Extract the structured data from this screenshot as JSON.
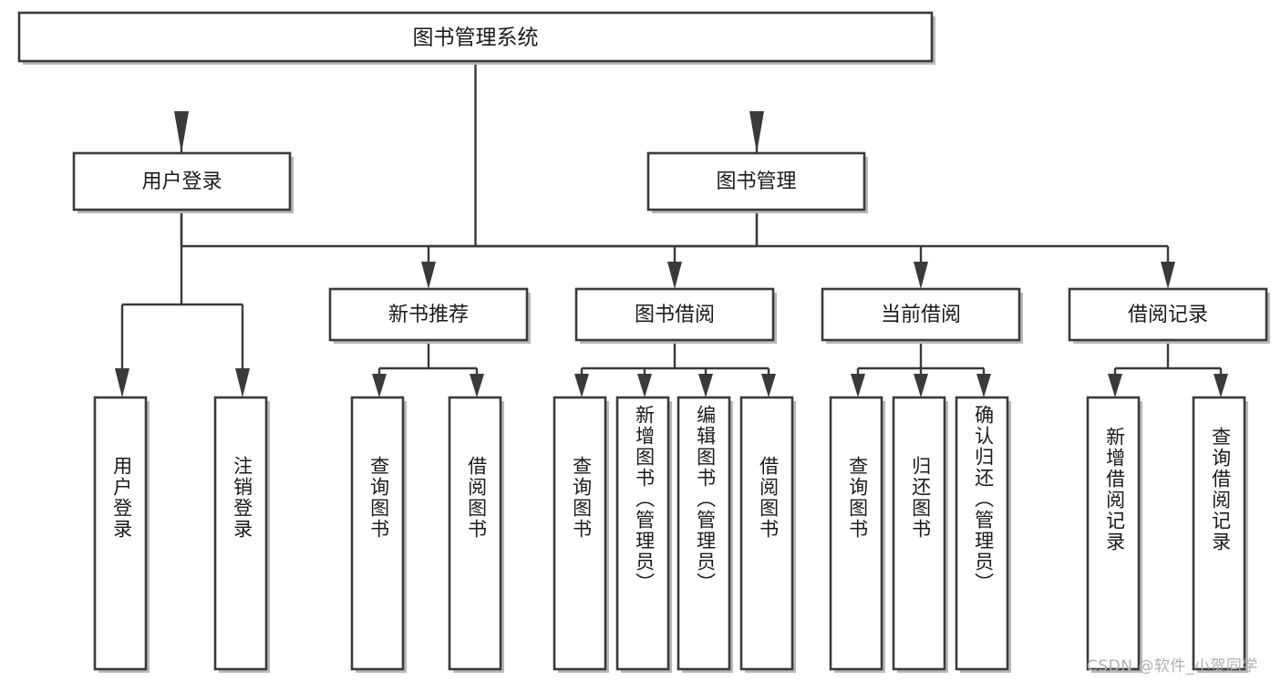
{
  "diagram": {
    "type": "tree",
    "title": "图书管理系统",
    "watermark": "CSDN @软件_小贺同学",
    "colors": {
      "box_stroke": "#3a3a3a",
      "box_fill": "#ffffff",
      "connector": "#3a3a3a",
      "text": "#1a1a1a",
      "watermark": "#b0b0b0",
      "background": "#ffffff"
    },
    "root": {
      "id": "root",
      "label": "图书管理系统"
    },
    "level2": [
      {
        "id": "user-login",
        "label": "用户登录"
      },
      {
        "id": "book-manage",
        "label": "图书管理"
      }
    ],
    "level3": [
      {
        "id": "new-book-rec",
        "label": "新书推荐",
        "parent": "book-manage"
      },
      {
        "id": "book-borrow",
        "label": "图书借阅",
        "parent": "book-manage"
      },
      {
        "id": "current-borrow",
        "label": "当前借阅",
        "parent": "book-manage"
      },
      {
        "id": "borrow-record",
        "label": "借阅记录",
        "parent": "book-manage"
      }
    ],
    "leaves": [
      {
        "id": "leaf-user-login",
        "label": "用户登录",
        "parent": "user-login"
      },
      {
        "id": "leaf-logout",
        "label": "注销登录",
        "parent": "user-login"
      },
      {
        "id": "leaf-query-book-1",
        "label": "查询图书",
        "parent": "new-book-rec"
      },
      {
        "id": "leaf-borrow-book-1",
        "label": "借阅图书",
        "parent": "new-book-rec"
      },
      {
        "id": "leaf-query-book-2",
        "label": "查询图书",
        "parent": "book-borrow"
      },
      {
        "id": "leaf-add-book",
        "label": "新增图书（管理员）",
        "parent": "book-borrow"
      },
      {
        "id": "leaf-edit-book",
        "label": "编辑图书（管理员）",
        "parent": "book-borrow"
      },
      {
        "id": "leaf-borrow-book-2",
        "label": "借阅图书",
        "parent": "book-borrow"
      },
      {
        "id": "leaf-query-book-3",
        "label": "查询图书",
        "parent": "current-borrow"
      },
      {
        "id": "leaf-return-book",
        "label": "归还图书",
        "parent": "current-borrow"
      },
      {
        "id": "leaf-confirm-return",
        "label": "确认归还（管理员）",
        "parent": "current-borrow"
      },
      {
        "id": "leaf-add-record",
        "label": "新增借阅记录",
        "parent": "borrow-record"
      },
      {
        "id": "leaf-query-record",
        "label": "查询借阅记录",
        "parent": "borrow-record"
      }
    ]
  }
}
